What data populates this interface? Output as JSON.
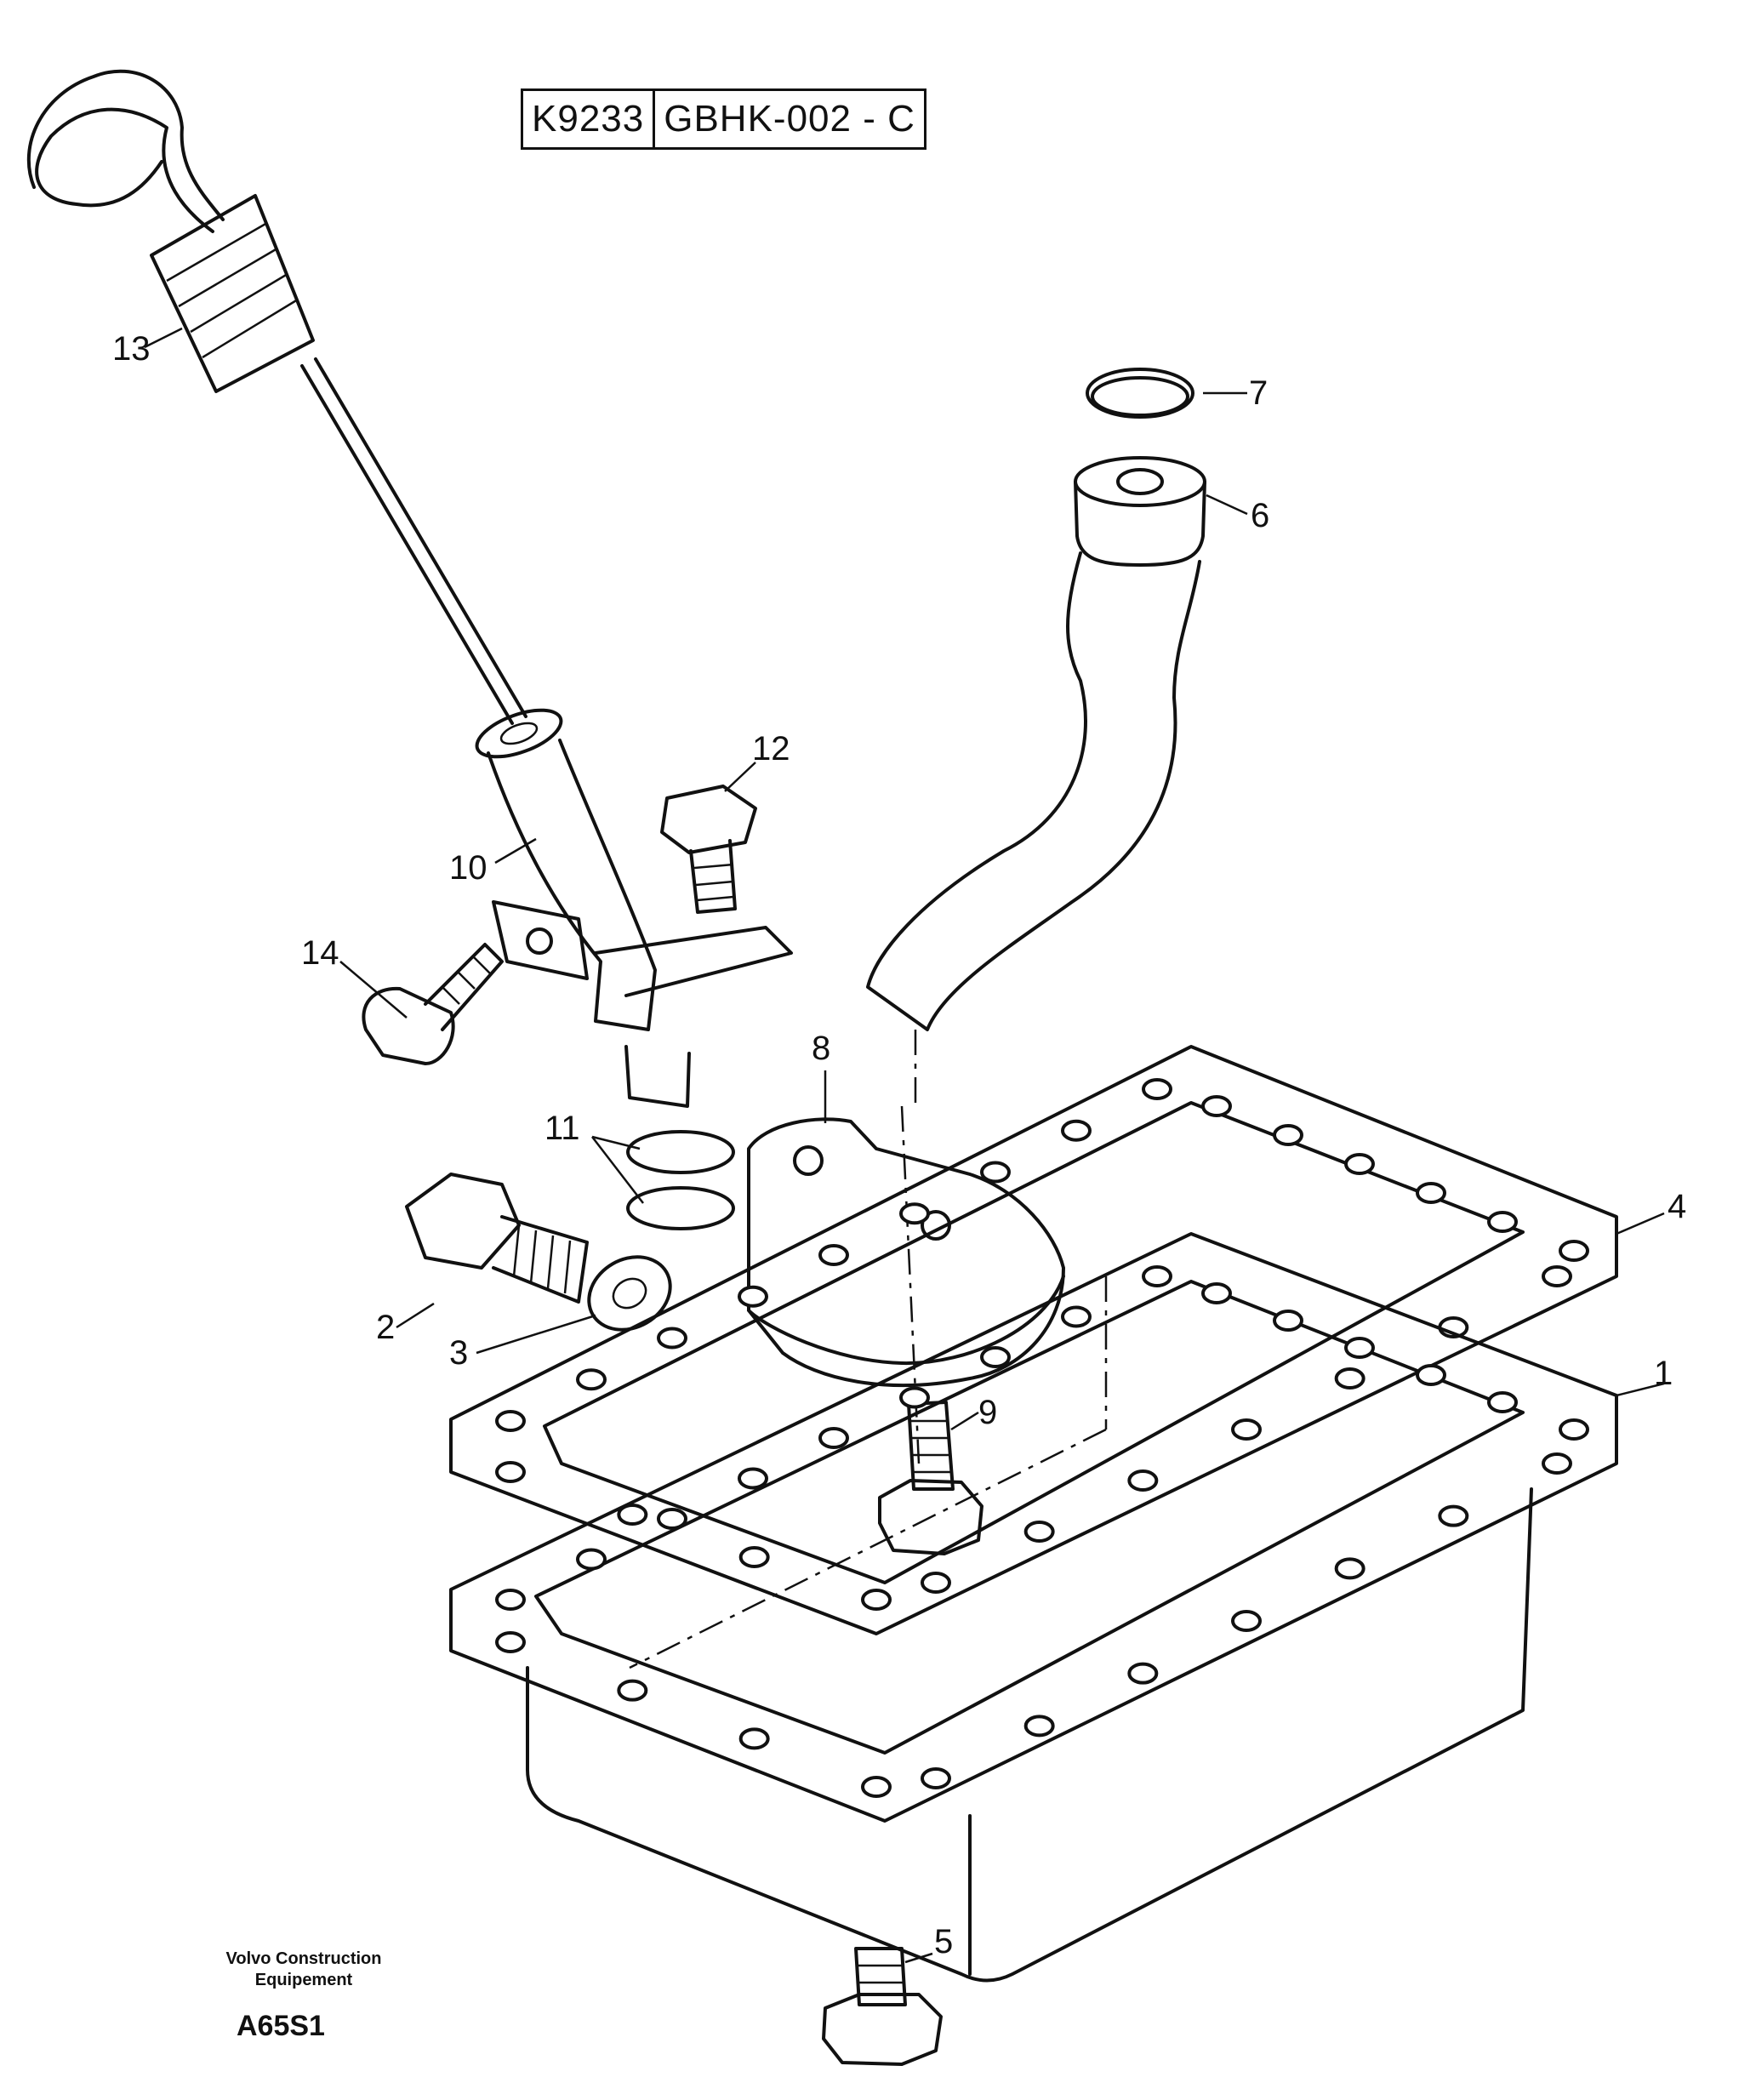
{
  "reference": {
    "left": "K9233",
    "right": "GBHK-002 - C"
  },
  "callouts": {
    "c1": "1",
    "c2": "2",
    "c3": "3",
    "c4": "4",
    "c5": "5",
    "c6": "6",
    "c7": "7",
    "c8": "8",
    "c9": "9",
    "c10": "10",
    "c11": "11",
    "c12": "12",
    "c13": "13",
    "c14": "14"
  },
  "brand": {
    "line1": "Volvo Construction",
    "line2": "Equipement"
  },
  "drawing_code": "A65S1"
}
